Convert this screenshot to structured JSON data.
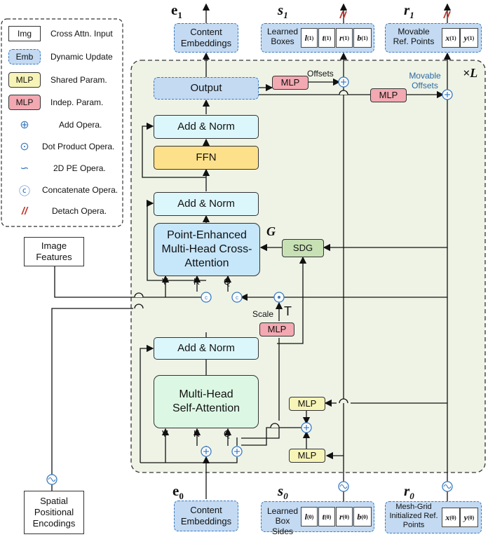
{
  "legend": [
    {
      "chip": "Img",
      "label": "Cross Attn. Input"
    },
    {
      "chip": "Emb",
      "label": "Dynamic Update"
    },
    {
      "chip": "MLP",
      "label": "Shared Param."
    },
    {
      "chip": "MLP",
      "label": "Indep. Param."
    },
    {
      "chip": "⊕",
      "label": "Add Opera."
    },
    {
      "chip": "⊙",
      "label": "Dot Product Opera."
    },
    {
      "chip": "∽",
      "label": "2D PE Opera."
    },
    {
      "chip": "ⓒ",
      "label": "Concatenate Opera."
    },
    {
      "chip": "//",
      "label": "Detach Opera."
    }
  ],
  "top": {
    "e1": "e",
    "e1_sub": "1",
    "s1": "s",
    "s1_sub": "1",
    "r1": "r",
    "r1_sub": "1",
    "content_out": "Content Embeddings",
    "learned_boxes": "Learned Boxes",
    "box_cells": [
      "l",
      "t",
      "r",
      "b"
    ],
    "box_sup": "(1)",
    "movable_ref": "Movable Ref. Points",
    "ref_cells": [
      "x",
      "y"
    ]
  },
  "bottom": {
    "e0": "e",
    "e0_sub": "0",
    "s0": "s",
    "s0_sub": "0",
    "r0": "r",
    "r0_sub": "0",
    "content_in": "Content Embeddings",
    "learned_sides": "Learned Box Sides",
    "box_cells": [
      "l",
      "t",
      "r",
      "b"
    ],
    "box_sup": "(0)",
    "mesh_ref": "Mesh-Grid Initialized Ref. Points",
    "ref_cells": [
      "x",
      "y"
    ]
  },
  "main": {
    "times_l": "×L",
    "output": "Output",
    "add_norm": "Add & Norm",
    "ffn": "FFN",
    "pe_ca": "Point-Enhanced Multi-Head Cross-Attention",
    "g": "G",
    "sdg": "SDG",
    "mhsa": "Multi-Head Self-Attention",
    "mlp": "MLP",
    "offsets": "Offsets",
    "movable_offsets": "Movable Offsets",
    "scale": "Scale",
    "tau": "T",
    "v": "V",
    "k": "K",
    "q": "Q"
  },
  "side": {
    "image_features": "Image Features",
    "spe": "Spatial Positional Encodings"
  },
  "colors": {
    "emb": "#c3daf2",
    "addnorm": "#dcf7fb",
    "ffn": "#fde08a",
    "mlp_indep": "#f3a9b2",
    "mlp_shared": "#f7f4b8",
    "sdg": "#c7e1b5",
    "pe_ca": "#c6e6fa",
    "mhsa": "#dcf8e4",
    "layer_bg": "#eef3e6",
    "detach": "#c0392b"
  }
}
